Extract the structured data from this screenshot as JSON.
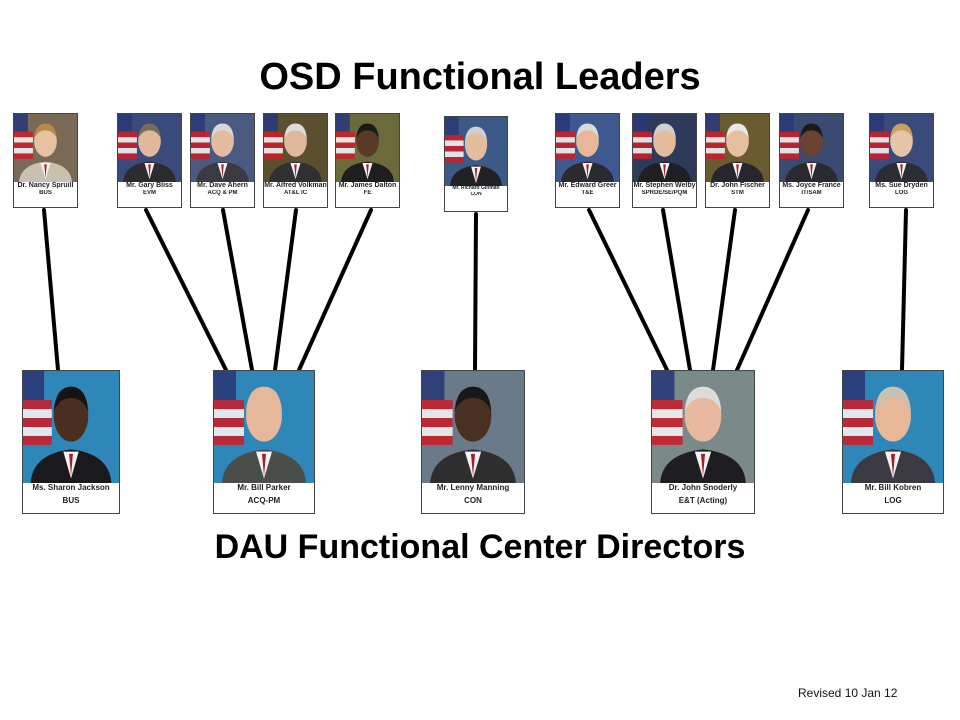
{
  "title_top": "OSD Functional Leaders",
  "title_bottom": "DAU Functional Center Directors",
  "revised": "Revised 10 Jan 12",
  "leaders": [
    {
      "name": "Dr. Nancy Spruill",
      "role": "BUS",
      "bg": "#7a6a55",
      "skin": "#e6c2a0",
      "hair": "#b58a4a",
      "suit": "#c9c0b0"
    },
    {
      "name": "Mr. Gary Bliss",
      "role": "EVM",
      "bg": "#3a4a7a",
      "skin": "#e2b89a",
      "hair": "#7a6a5a",
      "suit": "#2b2b30"
    },
    {
      "name": "Mr. Dave Ahern",
      "role": "ACQ & PM",
      "bg": "#4a5a80",
      "skin": "#e6bca0",
      "hair": "#d8d8d8",
      "suit": "#3a3a40"
    },
    {
      "name": "Mr. Alfred Volkman",
      "role": "AT&L IC",
      "bg": "#5a5030",
      "skin": "#e2b89c",
      "hair": "#dcdcdc",
      "suit": "#303034"
    },
    {
      "name": "Mr. James Dalton",
      "role": "FE",
      "bg": "#6a6a3a",
      "skin": "#5a3a26",
      "hair": "#1a1a1a",
      "suit": "#1e1e22"
    },
    {
      "name": "Mr. Richard Ginman",
      "role": "CON",
      "bg": "#3c5a86",
      "skin": "#e4bc9e",
      "hair": "#cfcfcf",
      "suit": "#222226"
    },
    {
      "name": "Mr. Edward Greer",
      "role": "T&E",
      "bg": "#3e5890",
      "skin": "#e6b898",
      "hair": "#dadada",
      "suit": "#2a2a30"
    },
    {
      "name": "Mr. Stephen Welby",
      "role": "SPRDE/SE/PQM",
      "bg": "#2e3a5a",
      "skin": "#e4bc9c",
      "hair": "#d0d0d0",
      "suit": "#1f1f24"
    },
    {
      "name": "Dr. John Fischer",
      "role": "STM",
      "bg": "#6a5a30",
      "skin": "#e6bea0",
      "hair": "#e8e8e8",
      "suit": "#26262c"
    },
    {
      "name": "Ms. Joyce France",
      "role": "IT/SAM",
      "bg": "#3a4a70",
      "skin": "#6a4430",
      "hair": "#1a1a1a",
      "suit": "#2a2a30"
    },
    {
      "name": "Ms. Sue Dryden",
      "role": "LOG",
      "bg": "#3a4a7a",
      "skin": "#e8c4a6",
      "hair": "#c8a060",
      "suit": "#2c2c34"
    }
  ],
  "directors": [
    {
      "name": "Ms. Sharon Jackson",
      "role": "BUS",
      "bg": "#2f86b8",
      "skin": "#4a2e20",
      "hair": "#141414",
      "suit": "#1a1a1e"
    },
    {
      "name": "Mr. Bill Parker",
      "role": "ACQ-PM",
      "bg": "#2f86b8",
      "skin": "#e4b898",
      "hair": "#e4b898",
      "suit": "#4a4e48"
    },
    {
      "name": "Mr. Lenny Manning",
      "role": "CON",
      "bg": "#6a7a8a",
      "skin": "#4a3020",
      "hair": "#181818",
      "suit": "#2e2e2e"
    },
    {
      "name": "Dr. John Snoderly",
      "role": "E&T (Acting)",
      "bg": "#7a8a88",
      "skin": "#e8b8a0",
      "hair": "#dcdcdc",
      "suit": "#1e1e22"
    },
    {
      "name": "Mr. Bill Kobren",
      "role": "LOG",
      "bg": "#2f86b8",
      "skin": "#e6b898",
      "hair": "#c8c0b0",
      "suit": "#3a3a40"
    }
  ],
  "connections": [
    [
      0,
      0
    ],
    [
      1,
      1
    ],
    [
      2,
      1
    ],
    [
      3,
      1
    ],
    [
      4,
      1
    ],
    [
      5,
      2
    ],
    [
      6,
      3
    ],
    [
      7,
      3
    ],
    [
      8,
      3
    ],
    [
      9,
      3
    ],
    [
      10,
      4
    ]
  ]
}
